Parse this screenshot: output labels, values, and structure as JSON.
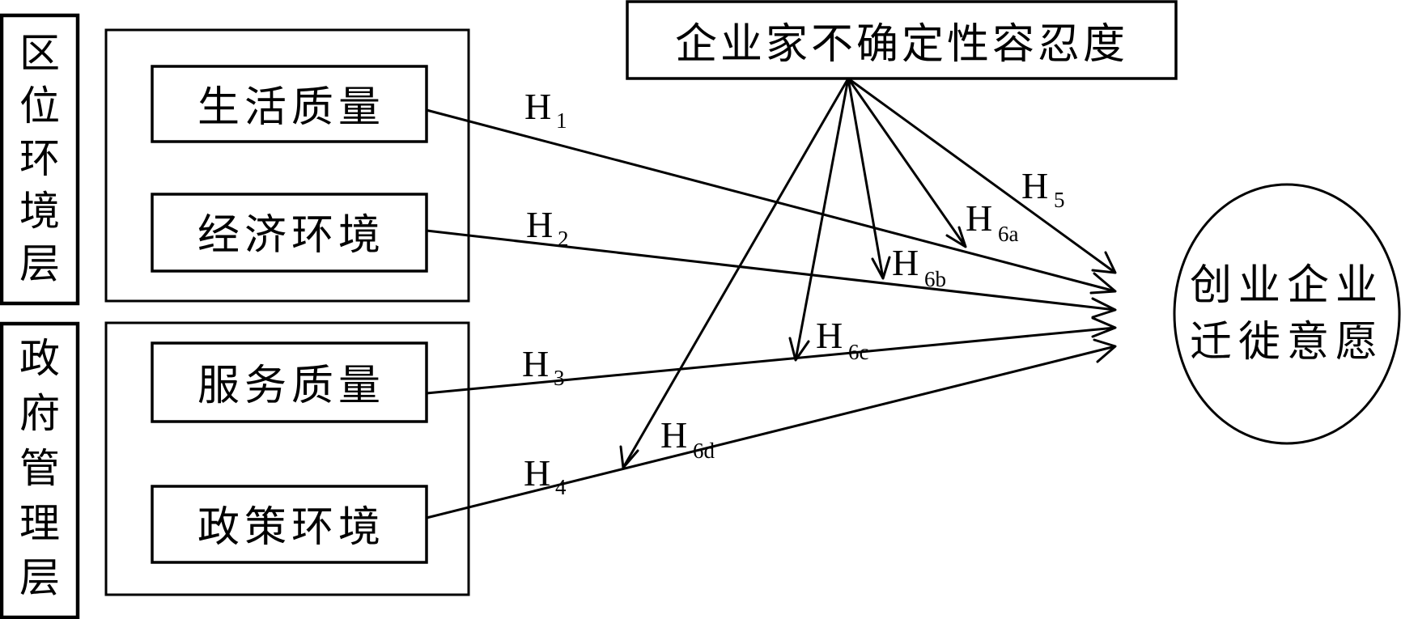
{
  "groups": {
    "location": {
      "label_chars": [
        "区",
        "位",
        "环",
        "境",
        "层"
      ],
      "items": [
        "生活质量",
        "经济环境"
      ]
    },
    "government": {
      "label_chars": [
        "政",
        "府",
        "管",
        "理",
        "层"
      ],
      "items": [
        "服务质量",
        "政策环境"
      ]
    }
  },
  "moderator": {
    "label": "企业家不确定性容忍度"
  },
  "outcome": {
    "lines": [
      "创业企业",
      "迁徙意愿"
    ]
  },
  "hypotheses": {
    "h1": {
      "main": "H",
      "sub": "1"
    },
    "h2": {
      "main": "H",
      "sub": "2"
    },
    "h3": {
      "main": "H",
      "sub": "3"
    },
    "h4": {
      "main": "H",
      "sub": "4"
    },
    "h5": {
      "main": "H",
      "sub": "5"
    },
    "h6a": {
      "main": "H",
      "sub": "6a"
    },
    "h6b": {
      "main": "H",
      "sub": "6b"
    },
    "h6c": {
      "main": "H",
      "sub": "6c"
    },
    "h6d": {
      "main": "H",
      "sub": "6d"
    }
  }
}
